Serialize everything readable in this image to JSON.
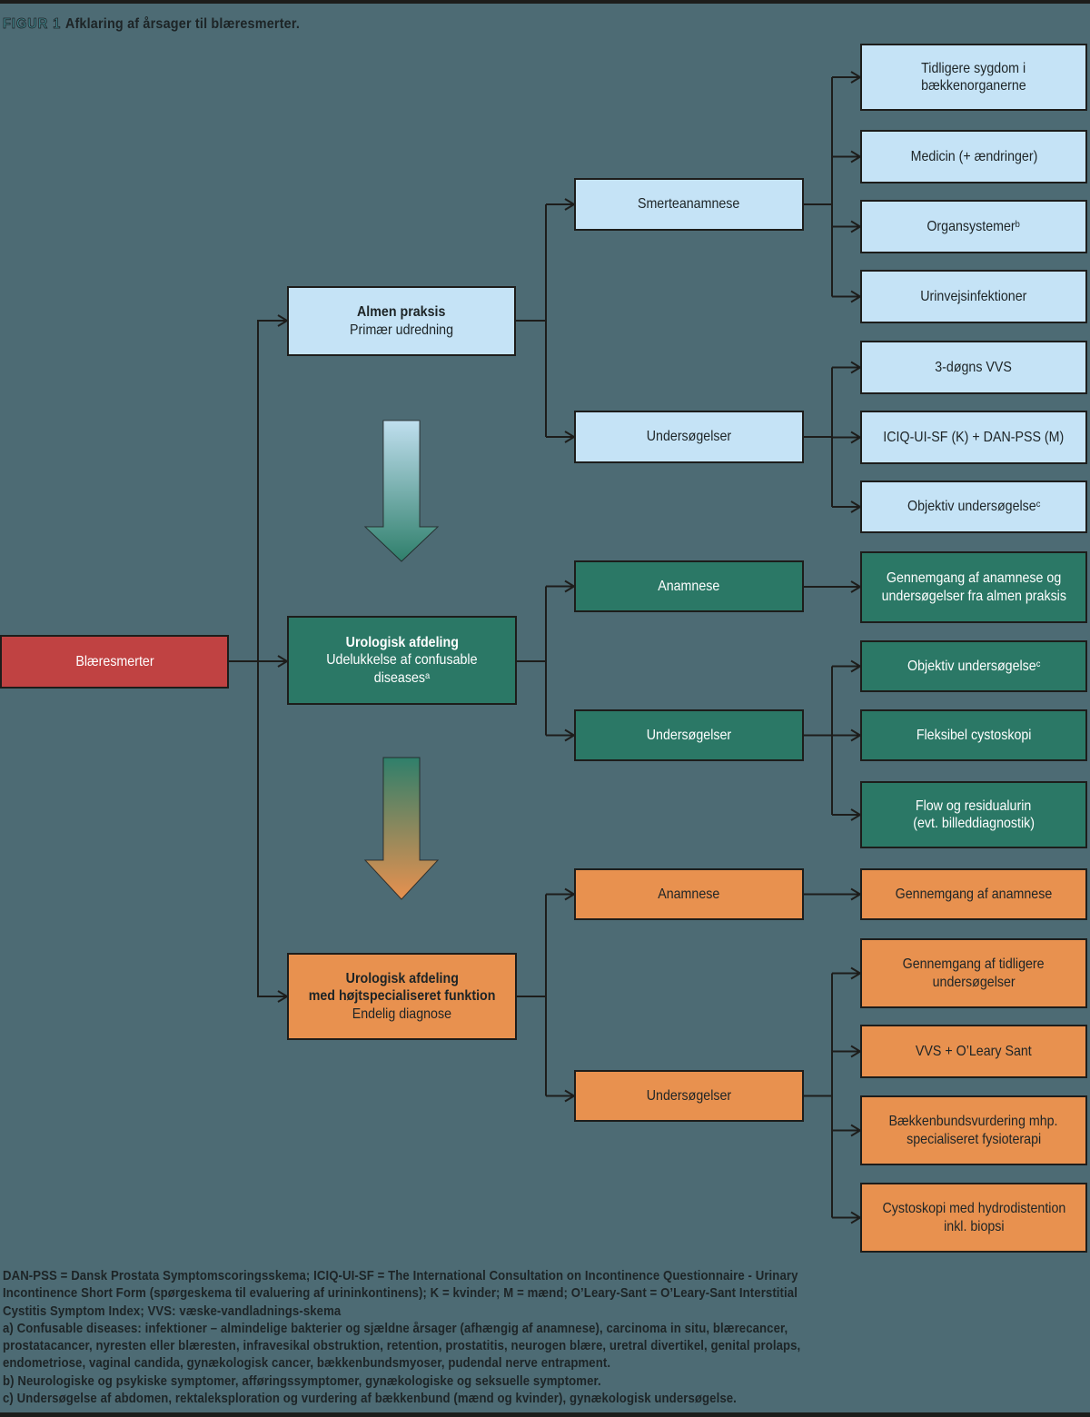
{
  "title": {
    "label": "FIGUR 1",
    "text": "Afklaring af årsager til blæresmerter."
  },
  "palette": {
    "background": "#4d6b74",
    "line": "#1d1d1b",
    "title_accent": "#41838a",
    "tier1_fill": "#c5e3f6",
    "tier2_fill": "#2b7866",
    "tier3_fill": "#e8914f",
    "root_fill": "#c04242",
    "arrow1_from": "#c0dfef",
    "arrow1_to": "#2f7f6b",
    "arrow2_from": "#2f7f6b",
    "arrow2_to": "#e8914f"
  },
  "root": {
    "label": "Blæresmerter"
  },
  "levels": [
    {
      "name": "almen-praksis",
      "main": {
        "bold_lines": [
          "Almen praksis"
        ],
        "lines": [
          "Primær udredning"
        ]
      },
      "groups": [
        {
          "label": "Smerteanamnese",
          "items": [
            {
              "lines": [
                "Tidligere sygdom i",
                "bækkenorganerne"
              ]
            },
            {
              "lines": [
                "Medicin (+ ændringer)"
              ]
            },
            {
              "lines": [
                "Organsystemer"
              ],
              "sup": "b"
            },
            {
              "lines": [
                "Urinvejsinfektioner"
              ]
            }
          ]
        },
        {
          "label": "Undersøgelser",
          "items": [
            {
              "lines": [
                "3-døgns VVS"
              ]
            },
            {
              "lines": [
                "ICIQ-UI-SF (K) + DAN-PSS (M)"
              ]
            },
            {
              "lines": [
                "Objektiv undersøgelse"
              ],
              "sup": "c"
            }
          ]
        }
      ]
    },
    {
      "name": "urologisk-afdeling",
      "main": {
        "bold_lines": [
          "Urologisk afdeling"
        ],
        "lines": [
          "Udelukkelse af confusable",
          "diseases"
        ],
        "sup": "a"
      },
      "groups": [
        {
          "label": "Anamnese",
          "items": [
            {
              "lines": [
                "Gennemgang af anamnese og",
                "undersøgelser fra almen praksis"
              ]
            }
          ]
        },
        {
          "label": "Undersøgelser",
          "items": [
            {
              "lines": [
                "Objektiv undersøgelse"
              ],
              "sup": "c"
            },
            {
              "lines": [
                "Fleksibel cystoskopi"
              ]
            },
            {
              "lines": [
                "Flow og residualurin",
                "(evt. billeddiagnostik)"
              ]
            }
          ]
        }
      ]
    },
    {
      "name": "urologisk-afdeling-hoejtspecialiseret",
      "main": {
        "bold_lines": [
          "Urologisk afdeling",
          "med højtspecialiseret funktion"
        ],
        "lines": [
          "Endelig diagnose"
        ]
      },
      "groups": [
        {
          "label": "Anamnese",
          "items": [
            {
              "lines": [
                "Gennemgang af anamnese"
              ]
            }
          ]
        },
        {
          "label": "Undersøgelser",
          "items": [
            {
              "lines": [
                "Gennemgang af tidligere",
                "undersøgelser"
              ]
            },
            {
              "lines": [
                "VVS + O’Leary Sant"
              ]
            },
            {
              "lines": [
                "Bækkenbundsvurdering mhp.",
                "specialiseret fysioterapi"
              ]
            },
            {
              "lines": [
                "Cystoskopi med hydrodistention",
                "inkl. biopsi"
              ]
            }
          ]
        }
      ]
    }
  ],
  "footnotes": {
    "lines": [
      "DAN-PSS = Dansk Prostata Symptomscoringsskema; ICIQ-UI-SF = The International Consultation on Incontinence Questionnaire - Urinary",
      "Incontinence Short Form (spørgeskema til evaluering af urininkontinens); K = kvinder; M = mænd; O’Leary-Sant = O’Leary-Sant Interstitial",
      "Cystitis Symptom Index; VVS: væske-vandladnings-skema",
      "a) Confusable diseases: infektioner – almindelige bakterier og sjældne årsager (afhængig af anamnese), carcinoma in situ, blærecancer,",
      "prostatacancer, nyresten eller blæresten, infravesikal obstruktion, retention, prostatitis, neurogen blære, uretral divertikel, genital prolaps,",
      "endometriose, vaginal candida, gynækologisk cancer, bækkenbundsmyoser, pudendal nerve entrapment.",
      "b) Neurologiske og psykiske symptomer, afføringssymptomer, gynækologiske og seksuelle symptomer.",
      "c) Undersøgelse af abdomen, rektaleksploration og vurdering af bækkenbund (mænd og kvinder), gynækologisk undersøgelse."
    ]
  }
}
